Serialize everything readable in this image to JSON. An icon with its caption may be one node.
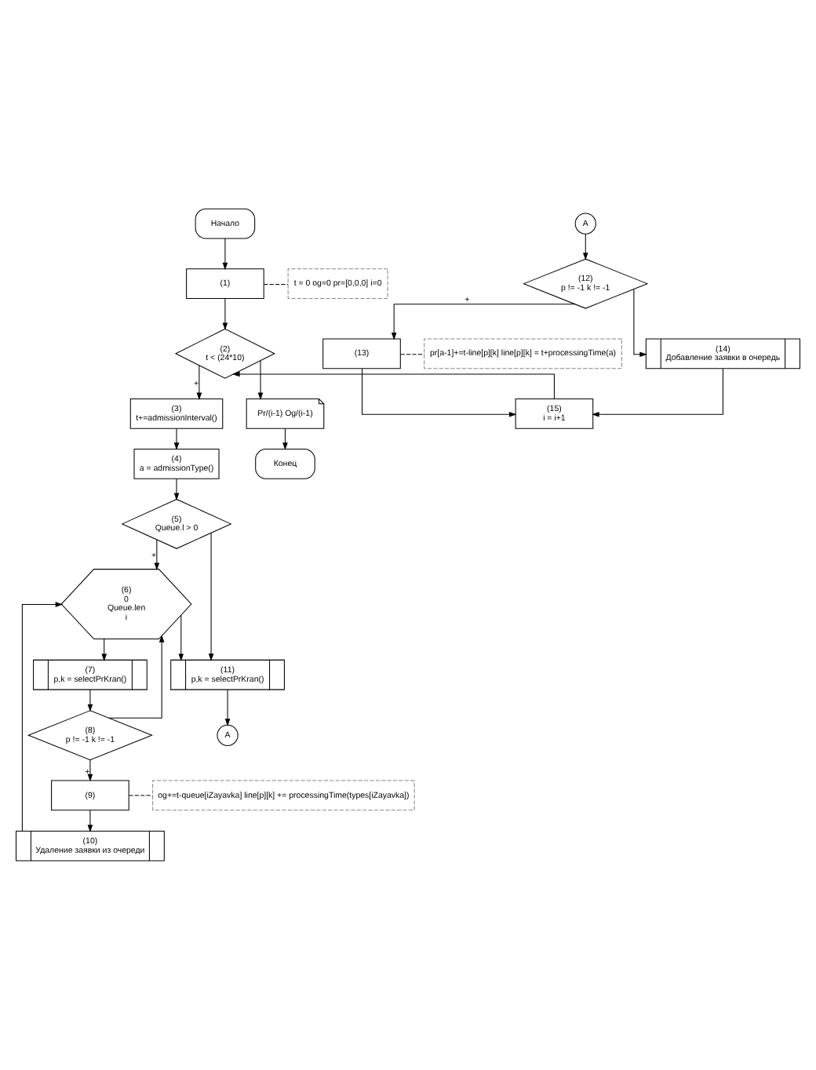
{
  "diagram": {
    "nodes": [
      {
        "text": [
          "Начало"
        ]
      },
      {
        "text": [
          "(1)"
        ]
      },
      {
        "text": [
          "t = 0 og=0 pr=[0,0,0] i=0"
        ]
      },
      {
        "text": [
          "(2)",
          "t < (24*10)"
        ]
      },
      {
        "text": [
          "(3)",
          "t+=admissionInterval()"
        ]
      },
      {
        "text": [
          "Pr/(i-1) Og/(i-1)"
        ]
      },
      {
        "text": [
          "Конец"
        ]
      },
      {
        "text": [
          "(4)",
          "a = admissionType()"
        ]
      },
      {
        "text": [
          "(5)",
          "Queue.l > 0"
        ]
      },
      {
        "text": [
          "(6)",
          "0",
          "Queue.len",
          "i"
        ]
      },
      {
        "text": [
          "(7)",
          "p,k = selectPrKran()"
        ]
      },
      {
        "text": [
          "(11)",
          "p,k = selectPrKran()"
        ]
      },
      {
        "text": [
          "A"
        ]
      },
      {
        "text": [
          "(8)",
          "p != -1 k != -1"
        ]
      },
      {
        "text": [
          "(9)"
        ]
      },
      {
        "text": [
          "og+=t-queue[iZayavka] line[p][k] += processingTime(types[iZayavka])"
        ]
      },
      {
        "text": [
          "(10)",
          "Удаление заявки из очереди"
        ]
      },
      {
        "text": [
          "A"
        ]
      },
      {
        "text": [
          "(12)",
          "p != -1 k != -1"
        ]
      },
      {
        "text": [
          "(13)"
        ]
      },
      {
        "text": [
          "pr[a-1]+=t-line[p][k] line[p][k] = t+processingTime(a)"
        ]
      },
      {
        "text": [
          "(14)",
          "Добавление заявки в очередь"
        ]
      },
      {
        "text": [
          "(15)",
          "i = i+1"
        ]
      }
    ],
    "edges": [
      {
        "from": 0,
        "to": 1,
        "arrow": "to"
      },
      {
        "from": 1,
        "to": 2,
        "arrow": "none",
        "style": "dashed"
      },
      {
        "from": 1,
        "to": 3,
        "arrow": "to"
      },
      {
        "from": 3,
        "to": 4,
        "arrow": "to",
        "label": "+"
      },
      {
        "from": 3,
        "to": 5,
        "arrow": "to"
      },
      {
        "from": 5,
        "to": 6,
        "arrow": "to"
      },
      {
        "from": 4,
        "to": 7,
        "arrow": "to"
      },
      {
        "from": 7,
        "to": 8,
        "arrow": "to"
      },
      {
        "from": 8,
        "to": 9,
        "arrow": "to",
        "label": "+"
      },
      {
        "from": 8,
        "to": 11,
        "arrow": "to"
      },
      {
        "from": 9,
        "to": 11,
        "arrow": "to"
      },
      {
        "from": 9,
        "to": 10,
        "arrow": "to"
      },
      {
        "from": 10,
        "to": 13,
        "arrow": "to"
      },
      {
        "from": 13,
        "to": 14,
        "arrow": "to",
        "label": "+"
      },
      {
        "from": 13,
        "to": 9,
        "arrow": "to"
      },
      {
        "from": 14,
        "to": 15,
        "arrow": "none",
        "style": "dashed"
      },
      {
        "from": 14,
        "to": 16,
        "arrow": "to"
      },
      {
        "from": 16,
        "to": 9,
        "arrow": "to"
      },
      {
        "from": 11,
        "to": 12,
        "arrow": "to"
      },
      {
        "from": 17,
        "to": 18,
        "arrow": "to"
      },
      {
        "from": 18,
        "to": 19,
        "arrow": "to",
        "label": "+"
      },
      {
        "from": 18,
        "to": 21,
        "arrow": "to"
      },
      {
        "from": 19,
        "to": 20,
        "arrow": "none",
        "style": "dashed"
      },
      {
        "from": 19,
        "to": 22,
        "arrow": "to"
      },
      {
        "from": 21,
        "to": 22,
        "arrow": "to"
      },
      {
        "from": 22,
        "to": 3,
        "arrow": "to"
      }
    ]
  }
}
